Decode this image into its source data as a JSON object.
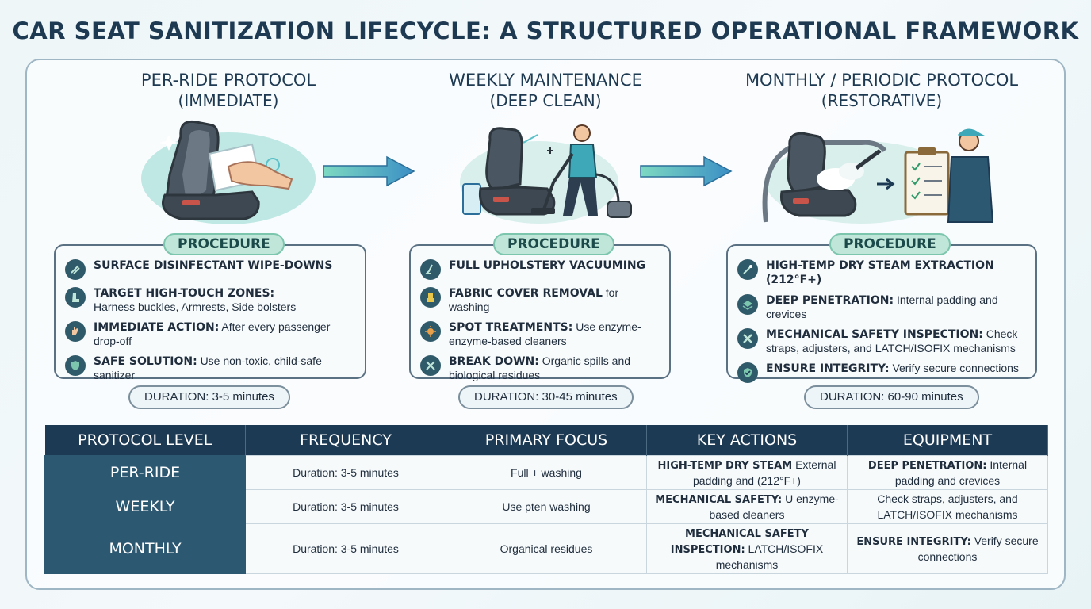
{
  "title": "CAR SEAT SANITIZATION LIFECYCLE: A STRUCTURED OPERATIONAL FRAMEWORK",
  "procedure_label": "PROCEDURE",
  "stages": [
    {
      "title": "PER-RIDE PROTOCOL",
      "subtitle": "(IMMEDIATE)",
      "items": [
        {
          "bold": "SURFACE DISINFECTANT WIPE-DOWNS",
          "text": "",
          "icon": "wipe-icon"
        },
        {
          "bold": "TARGET HIGH-TOUCH ZONES:",
          "text": "Harness buckles, Armrests, Side bolsters",
          "icon": "seat-icon"
        },
        {
          "bold": "IMMEDIATE ACTION:",
          "text": "After every passenger drop-off",
          "icon": "hand-icon"
        },
        {
          "bold": "SAFE SOLUTION:",
          "text": "Use non-toxic, child-safe sanitizer",
          "icon": "shield-icon"
        }
      ],
      "duration": "DURATION: 3-5 minutes"
    },
    {
      "title": "WEEKLY MAINTENANCE",
      "subtitle": "(DEEP CLEAN)",
      "items": [
        {
          "bold": "FULL UPHOLSTERY VACUUMING",
          "text": "",
          "icon": "vacuum-icon"
        },
        {
          "bold": "FABRIC COVER REMOVAL",
          "text": "for washing",
          "icon": "cover-icon"
        },
        {
          "bold": "SPOT TREATMENTS:",
          "text": "Use enzyme-enzyme-based cleaners",
          "icon": "spot-icon"
        },
        {
          "bold": "BREAK DOWN:",
          "text": "Organic spills and biological residues",
          "icon": "tools-icon"
        }
      ],
      "duration": "DURATION: 30-45 minutes"
    },
    {
      "title": "MONTHLY / PERIODIC PROTOCOL",
      "subtitle": "(RESTORATIVE)",
      "items": [
        {
          "bold": "HIGH-TEMP DRY STEAM EXTRACTION (212°F+)",
          "text": "",
          "icon": "steam-icon"
        },
        {
          "bold": "DEEP PENETRATION:",
          "text": "Internal padding and crevices",
          "icon": "layers-icon"
        },
        {
          "bold": "MECHANICAL SAFETY INSPECTION:",
          "text": "Check straps, adjusters, and LATCH/ISOFIX mechanisms",
          "icon": "wrench-icon"
        },
        {
          "bold": "ENSURE INTEGRITY:",
          "text": "Verify secure connections",
          "icon": "check-shield-icon"
        }
      ],
      "duration": "DURATION: 60-90 minutes"
    }
  ],
  "table": {
    "headers": [
      "PROTOCOL LEVEL",
      "FREQUENCY",
      "PRIMARY FOCUS",
      "KEY ACTIONS",
      "EQUIPMENT"
    ],
    "rows": [
      {
        "level": "PER-RIDE",
        "frequency": "Duration: 3-5 minutes",
        "focus": "Full + washing",
        "actions_bold": "HIGH-TEMP DRY STEAM",
        "actions_text": "External padding and (212°F+)",
        "equipment_bold": "DEEP PENETRATION:",
        "equipment_text": "Internal padding and crevices"
      },
      {
        "level": "WEEKLY",
        "frequency": "Duration: 3-5 minutes",
        "focus": "Use pten washing",
        "actions_bold": "MECHANICAL SAFETY:",
        "actions_text": "U enzyme-based cleaners",
        "equipment_bold": "",
        "equipment_text": "Check straps, adjusters, and LATCH/ISOFIX mechanisms"
      },
      {
        "level": "MONTHLY",
        "frequency": "Duration: 3-5 minutes",
        "focus": "Organical residues",
        "actions_bold": "MECHANICAL SAFETY INSPECTION:",
        "actions_text": "LATCH/ISOFIX mechanisms",
        "equipment_bold": "ENSURE INTEGRITY:",
        "equipment_text": "Verify secure connections"
      }
    ]
  },
  "colors": {
    "navy": "#1d3a54",
    "teal": "#2c5872",
    "mint": "#bfe6d8",
    "arrow": "#3a8fc4"
  }
}
